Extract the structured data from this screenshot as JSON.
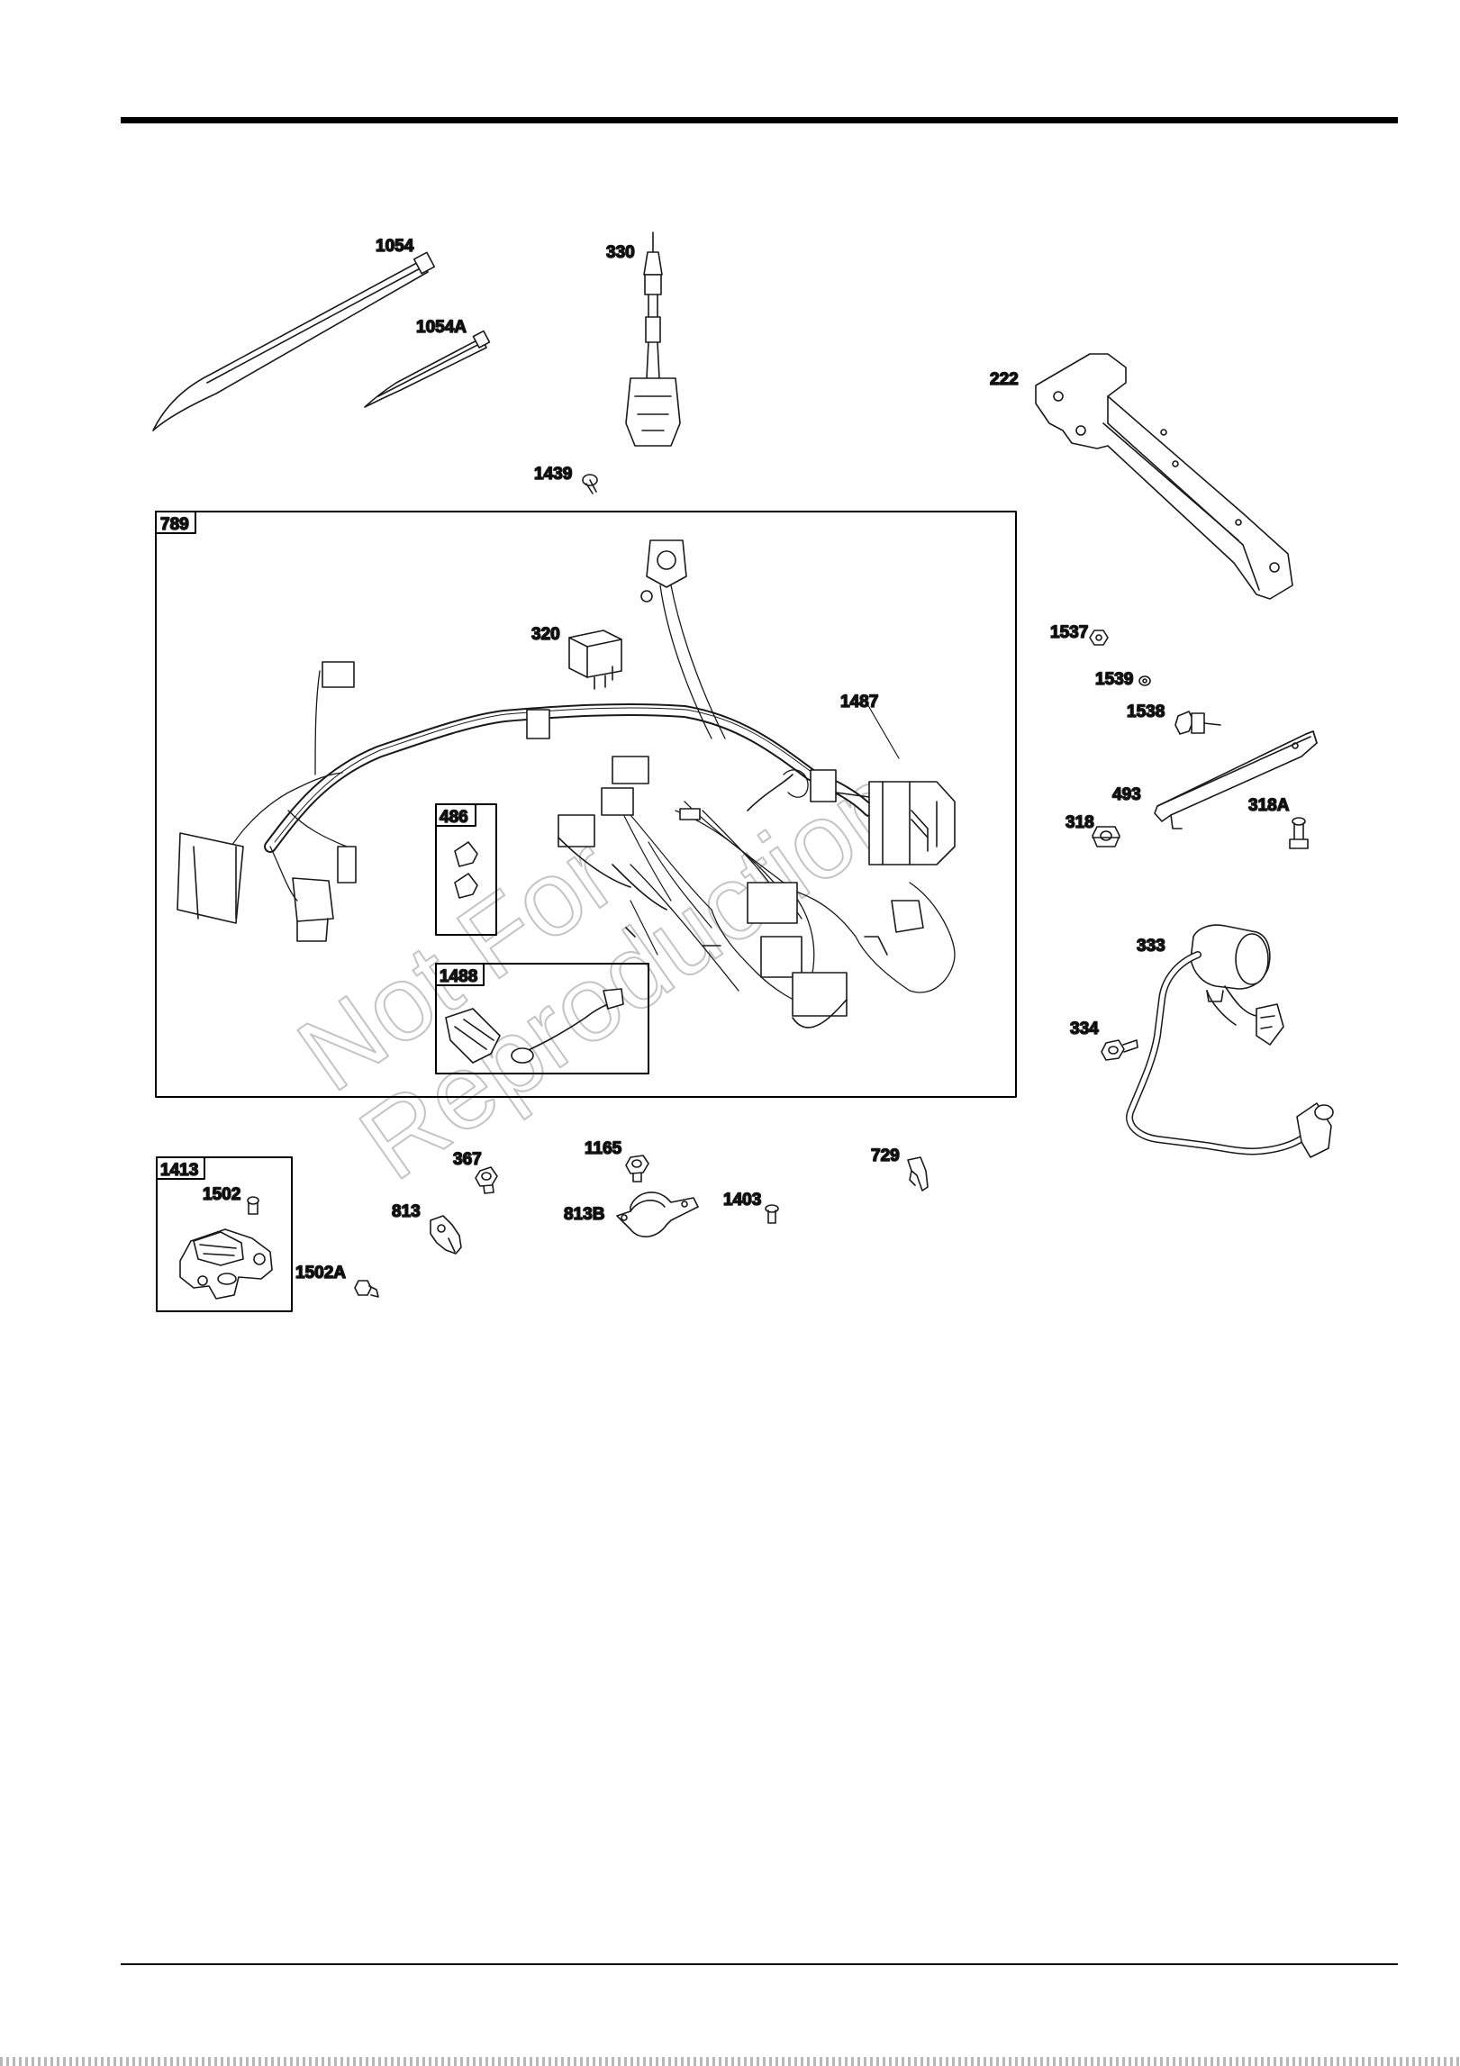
{
  "watermark": {
    "line1": "Not For",
    "line2": "Reproduction"
  },
  "labels": {
    "p1054": "1054",
    "p1054a": "1054A",
    "p330": "330",
    "p1439": "1439",
    "p222": "222",
    "p320": "320",
    "p1487": "1487",
    "p1537": "1537",
    "p1539": "1539",
    "p1538": "1538",
    "p493": "493",
    "p318": "318",
    "p318a": "318A",
    "p333": "333",
    "p334": "334",
    "p367": "367",
    "p1165": "1165",
    "p729": "729",
    "p1502": "1502",
    "p813": "813",
    "p813b": "813B",
    "p1403": "1403",
    "p1502a": "1502A"
  },
  "kits": {
    "k789": "789",
    "k486": "486",
    "k1488": "1488",
    "k1413": "1413"
  }
}
